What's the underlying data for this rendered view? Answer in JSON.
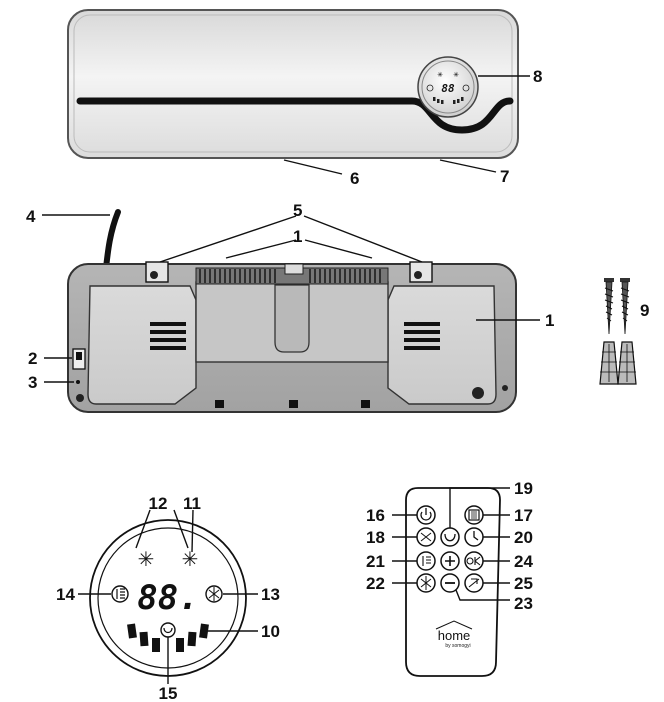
{
  "callouts": [
    "1",
    "2",
    "3",
    "4",
    "5",
    "6",
    "7",
    "8",
    "9",
    "10",
    "11",
    "12",
    "13",
    "14",
    "15",
    "16",
    "17",
    "18",
    "19",
    "20",
    "21",
    "22",
    "23",
    "24",
    "25"
  ],
  "panel_display": "88.",
  "mini_display": "88",
  "remote": {
    "brand": "home",
    "tagline": "by somogyi"
  },
  "colors": {
    "outline": "#111111",
    "body_light": "#ececec",
    "body_grey": "#b8b8b8",
    "rear_grey": "#c9c9c9"
  },
  "icons": [
    "sun-icon",
    "power-icon",
    "timer-icon",
    "oscillation-icon",
    "fan-icon",
    "heat-level-icon",
    "plus-icon",
    "minus-icon",
    "ok-icon",
    "screw-icon",
    "wall-plug-icon"
  ]
}
